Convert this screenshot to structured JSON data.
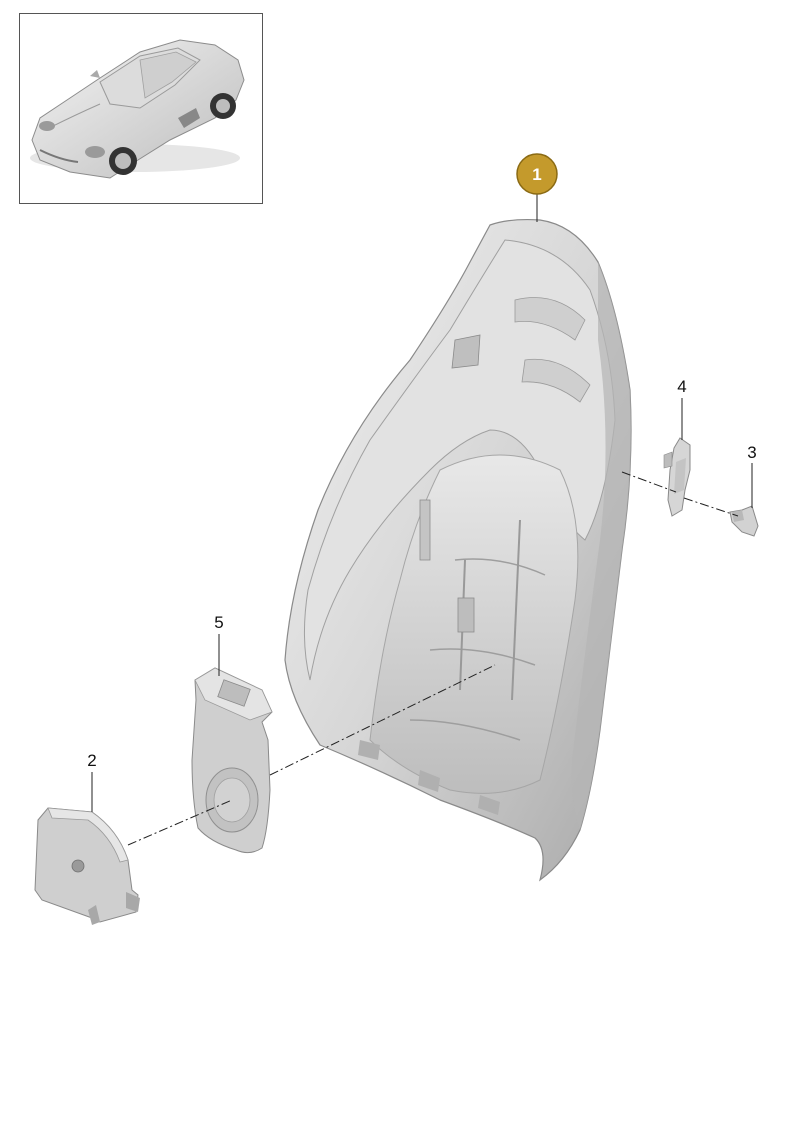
{
  "callouts": [
    {
      "label": "1",
      "highlighted": true
    },
    {
      "label": "2",
      "highlighted": false
    },
    {
      "label": "3",
      "highlighted": false
    },
    {
      "label": "4",
      "highlighted": false
    },
    {
      "label": "5",
      "highlighted": false
    }
  ],
  "colors": {
    "highlight_fill": "#c49a2c",
    "highlight_stroke": "#8a6a14",
    "part_light": "#e4e4e4",
    "part_mid": "#c9c9c9",
    "part_dark": "#9a9a9a",
    "line": "#222222"
  },
  "inset": {
    "icon": "sports-car-thumbnail"
  }
}
